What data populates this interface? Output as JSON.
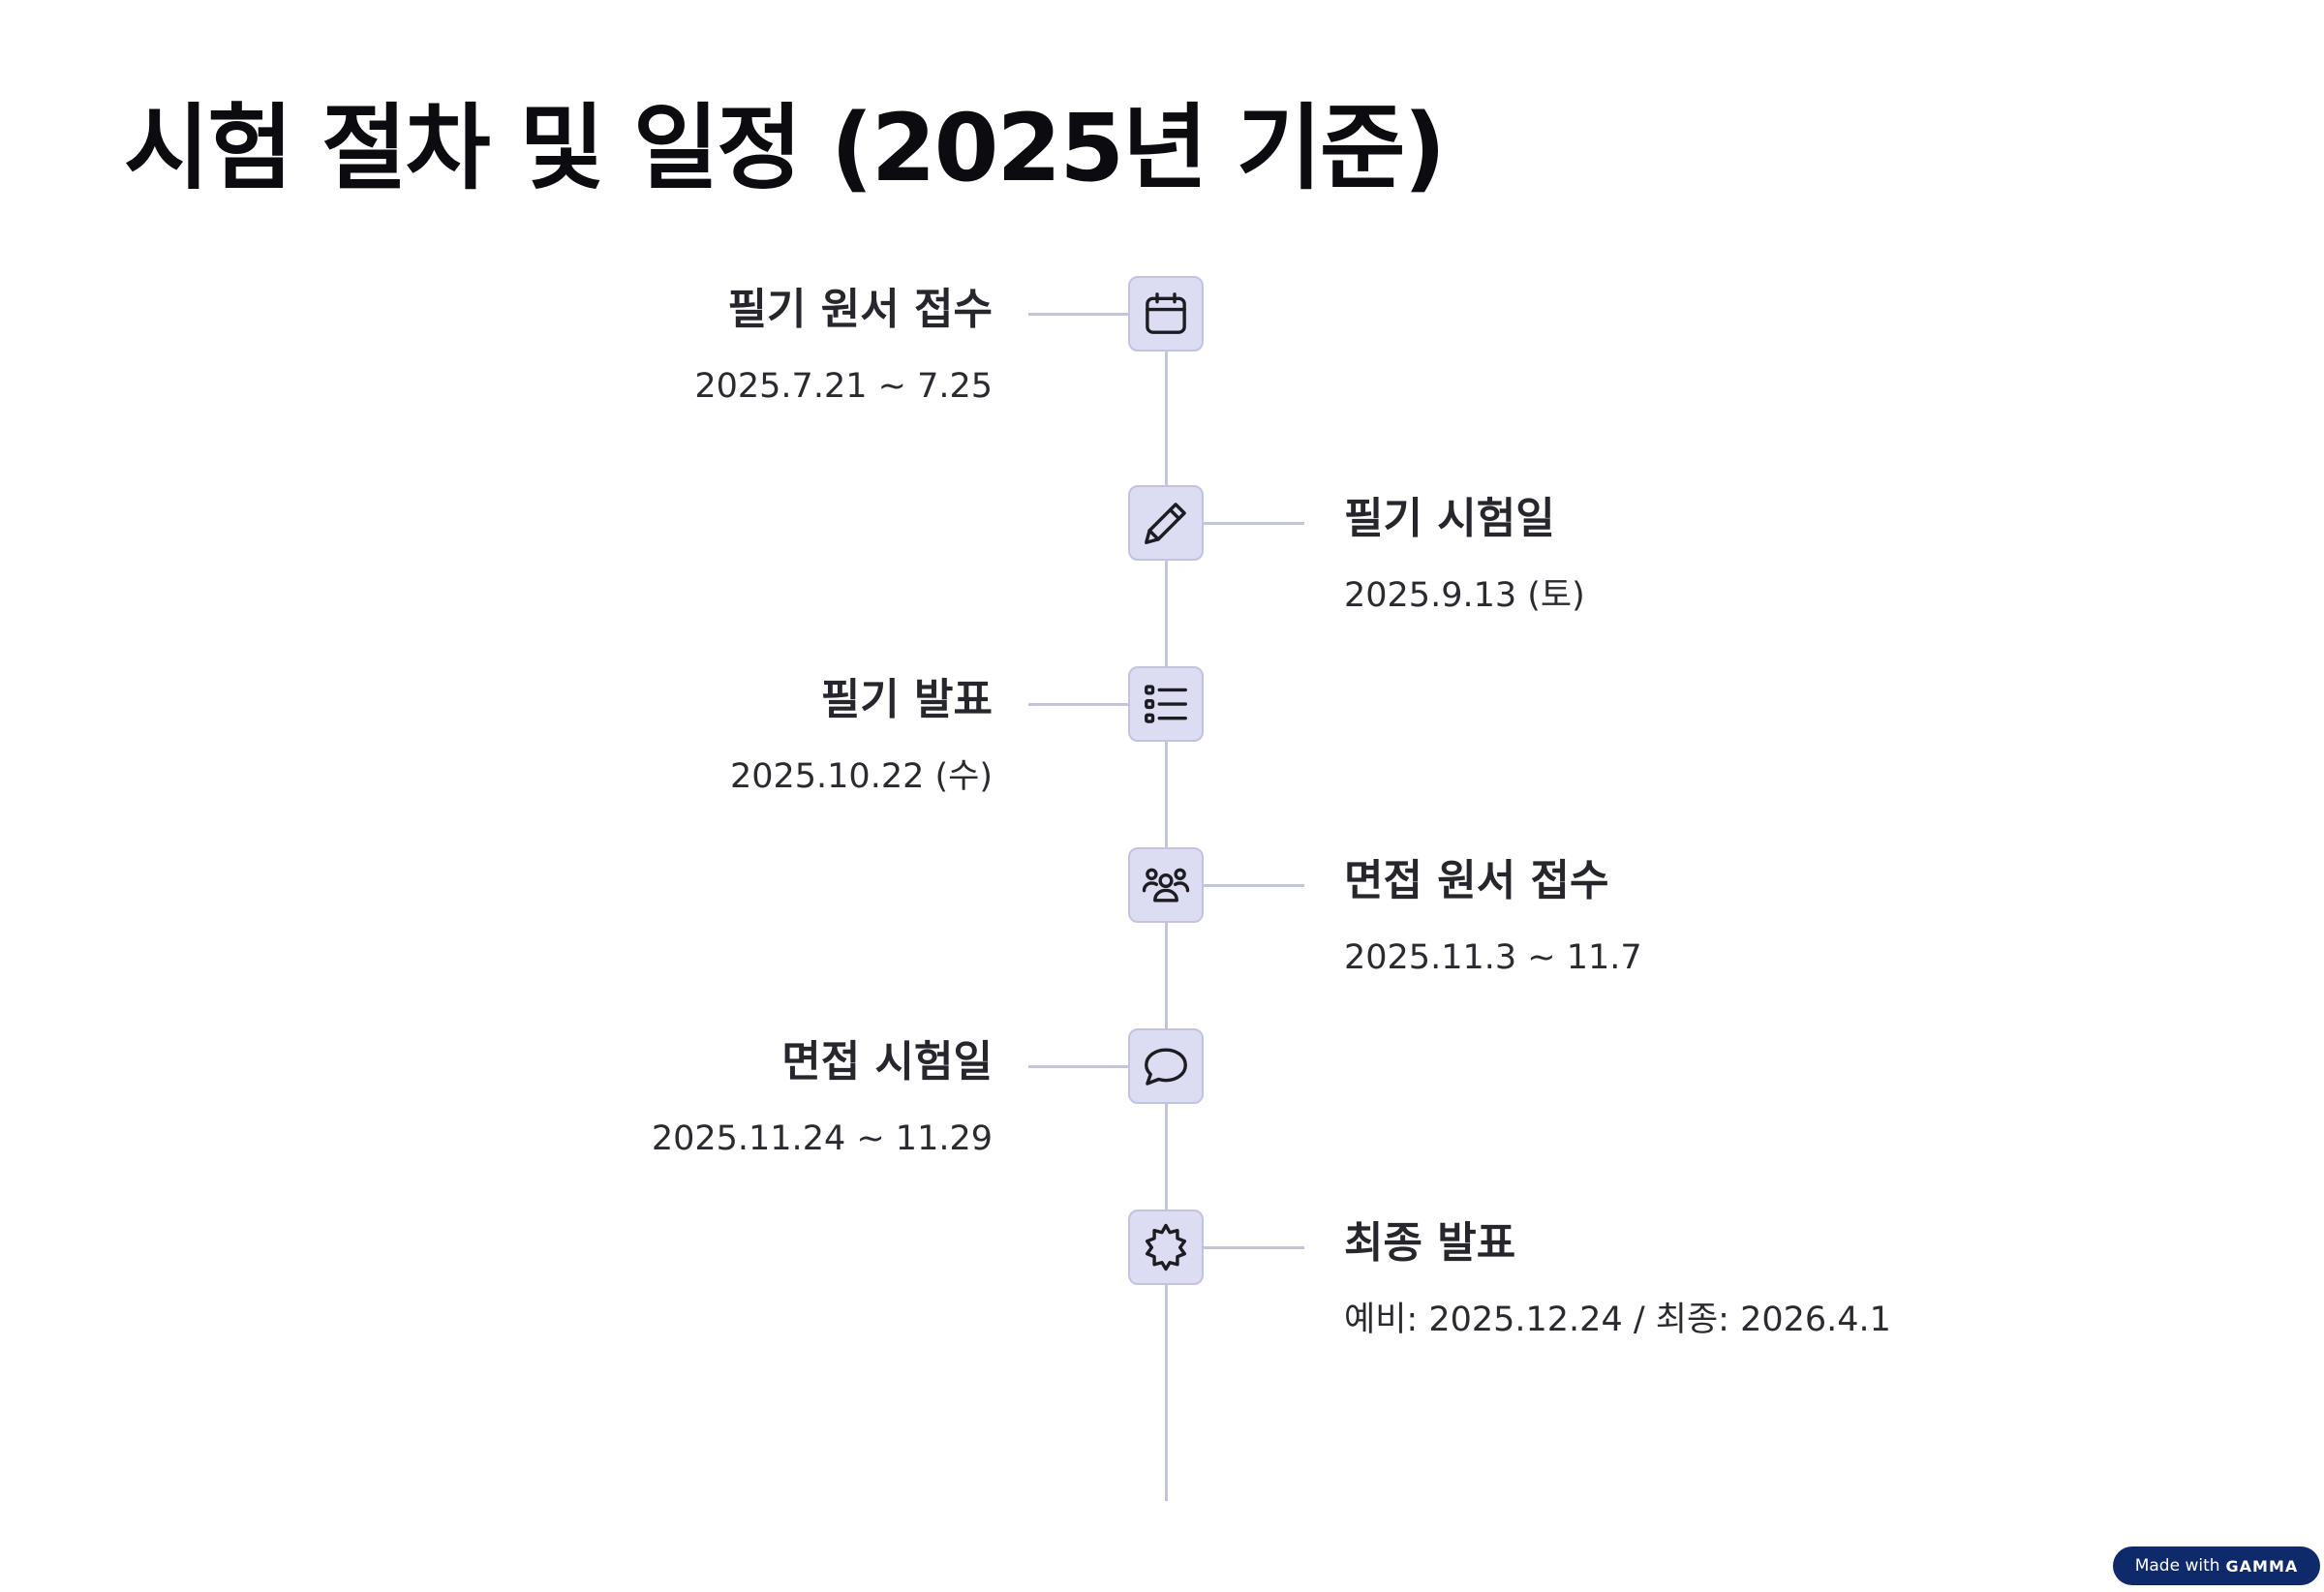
{
  "title": "시험 절차 및 일정 (2025년 기준)",
  "steps": [
    {
      "label": "필기 원서 접수",
      "date": "2025.7.21 ~ 7.25",
      "icon": "calendar-icon"
    },
    {
      "label": "필기 시험일",
      "date": "2025.9.13 (토)",
      "icon": "pencil-icon"
    },
    {
      "label": "필기 발표",
      "date": "2025.10.22 (수)",
      "icon": "list-icon"
    },
    {
      "label": "면접 원서 접수",
      "date": "2025.11.3 ~ 11.7",
      "icon": "users-icon"
    },
    {
      "label": "면접 시험일",
      "date": "2025.11.24 ~ 11.29",
      "icon": "speech-bubble-icon"
    },
    {
      "label": "최종 발표",
      "date": "예비: 2025.12.24 / 최종: 2026.4.1",
      "icon": "badge-icon"
    }
  ],
  "badge": {
    "prefix": "Made with",
    "brand": "GAMMA"
  },
  "colors": {
    "node_fill": "#dcdcf3",
    "node_border": "#c3c3e0",
    "line": "#c4c4da",
    "badge_bg": "#0f2a6b"
  }
}
